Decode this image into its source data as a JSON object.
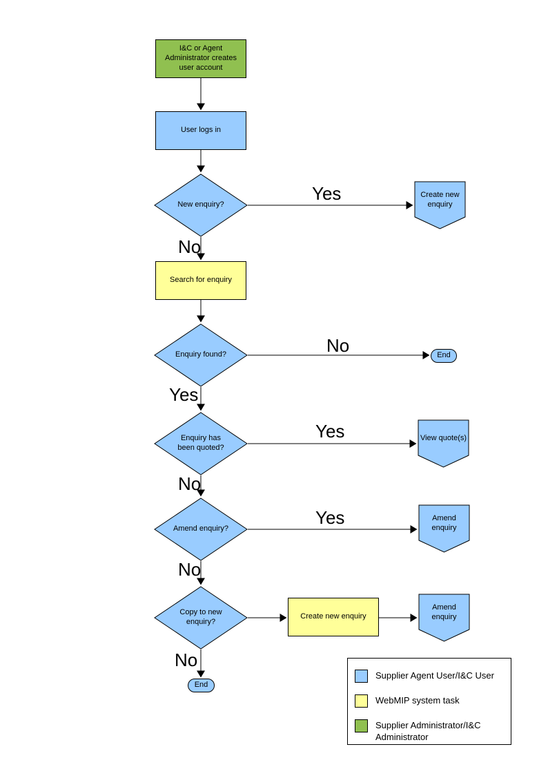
{
  "colors": {
    "user_node": "#99CCFF",
    "system_node": "#FFFF99",
    "admin_node": "#90C050",
    "border": "#000000",
    "background": "#FFFFFF"
  },
  "nodes": {
    "admin_create": {
      "label": "I&C or Agent Administrator creates user account"
    },
    "user_login": {
      "label": "User logs in"
    },
    "d_new_enquiry": {
      "label": "New enquiry?"
    },
    "create_new_enquiry_link": {
      "label": "Create new enquiry"
    },
    "search_enquiry": {
      "label": "Search for enquiry"
    },
    "d_enquiry_found": {
      "label": "Enquiry found?"
    },
    "end_right": {
      "label": "End"
    },
    "d_enquiry_quoted": {
      "label": "Enquiry has been quoted?"
    },
    "view_quotes_link": {
      "label": "View quote(s)"
    },
    "d_amend_enquiry": {
      "label": "Amend enquiry?"
    },
    "amend_enquiry_link1": {
      "label": "Amend enquiry"
    },
    "d_copy_new": {
      "label": "Copy to new enquiry?"
    },
    "create_new_enquiry_task": {
      "label": "Create new enquiry"
    },
    "amend_enquiry_link2": {
      "label": "Amend enquiry"
    },
    "end_bottom": {
      "label": "End"
    }
  },
  "edge_labels": {
    "yes_new_enquiry": "Yes",
    "no_new_enquiry": "No",
    "no_enquiry_found": "No",
    "yes_enquiry_found": "Yes",
    "yes_quoted": "Yes",
    "no_quoted": "No",
    "yes_amend": "Yes",
    "no_amend": "No",
    "no_copy": "No"
  },
  "legend": {
    "items": [
      {
        "color_key": "user_node",
        "label": "Supplier Agent User/I&C User"
      },
      {
        "color_key": "system_node",
        "label": "WebMIP system task"
      },
      {
        "color_key": "admin_node",
        "label": "Supplier Administrator/I&C Administrator"
      }
    ]
  }
}
